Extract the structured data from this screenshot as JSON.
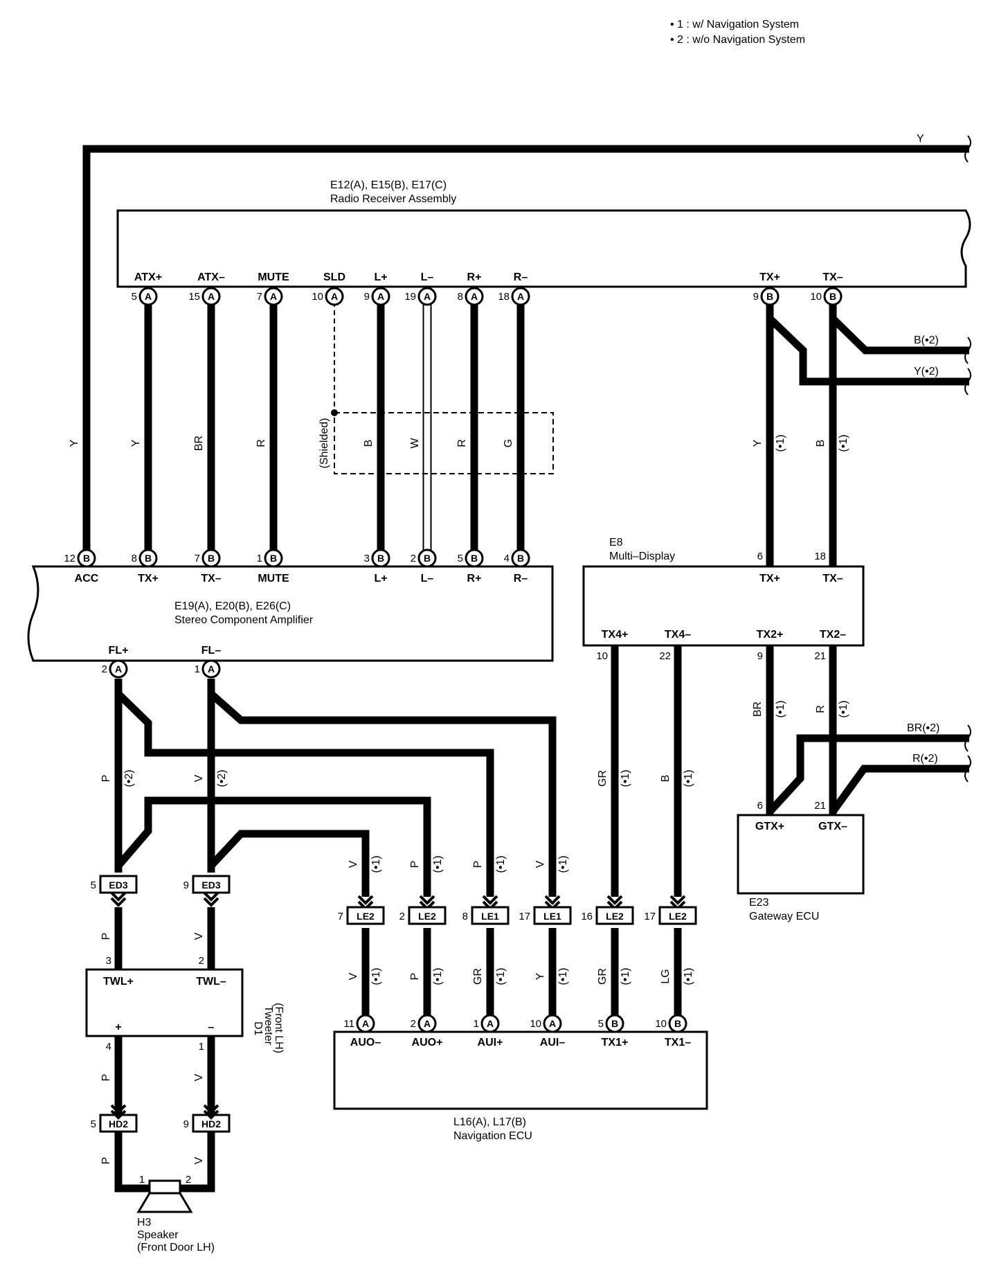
{
  "legend": {
    "note1": "• 1 : w/ Navigation System",
    "note2": "• 2 : w/o Navigation System"
  },
  "radio": {
    "codes": "E12(A), E15(B), E17(C)",
    "name": "Radio Receiver Assembly",
    "terminals": [
      "ATX+",
      "ATX–",
      "MUTE",
      "SLD",
      "L+",
      "L–",
      "R+",
      "R–",
      "TX+",
      "TX–"
    ],
    "pins": [
      "5",
      "15",
      "7",
      "10",
      "9",
      "19",
      "8",
      "18",
      "9",
      "10"
    ],
    "conn": [
      "A",
      "A",
      "A",
      "A",
      "A",
      "A",
      "A",
      "A",
      "B",
      "B"
    ]
  },
  "amplifier": {
    "codes": "E19(A), E20(B), E26(C)",
    "name": "Stereo Component Amplifier",
    "top_terminals": [
      "ACC",
      "TX+",
      "TX–",
      "MUTE",
      "L+",
      "L–",
      "R+",
      "R–"
    ],
    "top_pins": [
      "12",
      "8",
      "7",
      "1",
      "3",
      "2",
      "5",
      "4"
    ],
    "top_conn": [
      "B",
      "B",
      "B",
      "B",
      "B",
      "B",
      "B",
      "B"
    ],
    "bottom_terminals": [
      "FL+",
      "FL–"
    ],
    "bottom_pins": [
      "2",
      "1"
    ],
    "bottom_conn": [
      "A",
      "A"
    ]
  },
  "multi_display": {
    "code": "E8",
    "name": "Multi–Display",
    "top_terminals": [
      "TX+",
      "TX–"
    ],
    "top_pins": [
      "6",
      "18"
    ],
    "bottom_terminals": [
      "TX4+",
      "TX4–",
      "TX2+",
      "TX2–"
    ],
    "bottom_pins": [
      "10",
      "22",
      "9",
      "21"
    ]
  },
  "gateway": {
    "code": "E23",
    "name": "Gateway ECU",
    "terminals": [
      "GTX+",
      "GTX–"
    ],
    "pins": [
      "6",
      "21"
    ]
  },
  "tweeter": {
    "code": "D1",
    "name": "Tweeter",
    "location": "(Front LH)",
    "terminals": [
      "TWL+",
      "TWL–"
    ],
    "top_pins": [
      "3",
      "2"
    ],
    "polarity": [
      "+",
      "–"
    ],
    "bottom_pins": [
      "4",
      "1"
    ]
  },
  "speaker": {
    "code": "H3",
    "name": "Speaker",
    "location": "(Front Door LH)",
    "pins": [
      "1",
      "2"
    ]
  },
  "navigation": {
    "codes": "L16(A), L17(B)",
    "name": "Navigation ECU",
    "terminals": [
      "AUO–",
      "AUO+",
      "AUI+",
      "AUI–",
      "TX1+",
      "TX1–"
    ],
    "pins": [
      "11",
      "2",
      "1",
      "10",
      "5",
      "10"
    ],
    "conn": [
      "A",
      "A",
      "A",
      "A",
      "B",
      "B"
    ]
  },
  "junctions": {
    "ed3": {
      "label": "ED3",
      "pins": [
        "5",
        "9"
      ]
    },
    "hd2": {
      "label": "HD2",
      "pins": [
        "5",
        "9"
      ]
    },
    "le": {
      "labels": [
        "LE2",
        "LE2",
        "LE1",
        "LE1",
        "LE2",
        "LE2"
      ],
      "pins": [
        "7",
        "2",
        "8",
        "17",
        "16",
        "17"
      ]
    }
  },
  "wire_colors": {
    "acc": "Y",
    "radio_to_amp": [
      "Y",
      "BR",
      "R",
      "B",
      "W",
      "R",
      "G"
    ],
    "shielded": "(Shielded)",
    "radio_to_md": [
      "Y",
      "B"
    ],
    "md_cond": [
      "(•1)",
      "(•1)"
    ],
    "branch_right": [
      "B(•2)",
      "Y(•2)"
    ],
    "md_to_gw": [
      "BR",
      "R"
    ],
    "gw_cond": [
      "(•1)",
      "(•1)"
    ],
    "branch_right2": [
      "BR(•2)",
      "R(•2)"
    ],
    "md_to_nav": [
      "GR",
      "B"
    ],
    "md_nav_cond": [
      "(•1)",
      "(•1)"
    ],
    "amp_to_ed3": [
      "P",
      "V"
    ],
    "amp_ed3_cond": [
      "(•2)",
      "(•2)"
    ],
    "nav_upper": [
      "V",
      "P",
      "P",
      "V"
    ],
    "nav_upper_cond": [
      "(•1)",
      "(•1)",
      "(•1)",
      "(•1)"
    ],
    "nav_lower": [
      "V",
      "P",
      "GR",
      "Y",
      "GR",
      "LG"
    ],
    "nav_lower_cond": [
      "(•1)",
      "(•1)",
      "(•1)",
      "(•1)",
      "(•1)",
      "(•1)"
    ],
    "ed3_to_tweeter": [
      "P",
      "V"
    ],
    "tweeter_to_hd2": [
      "P",
      "V"
    ],
    "hd2_to_speaker": [
      "P",
      "V"
    ]
  }
}
